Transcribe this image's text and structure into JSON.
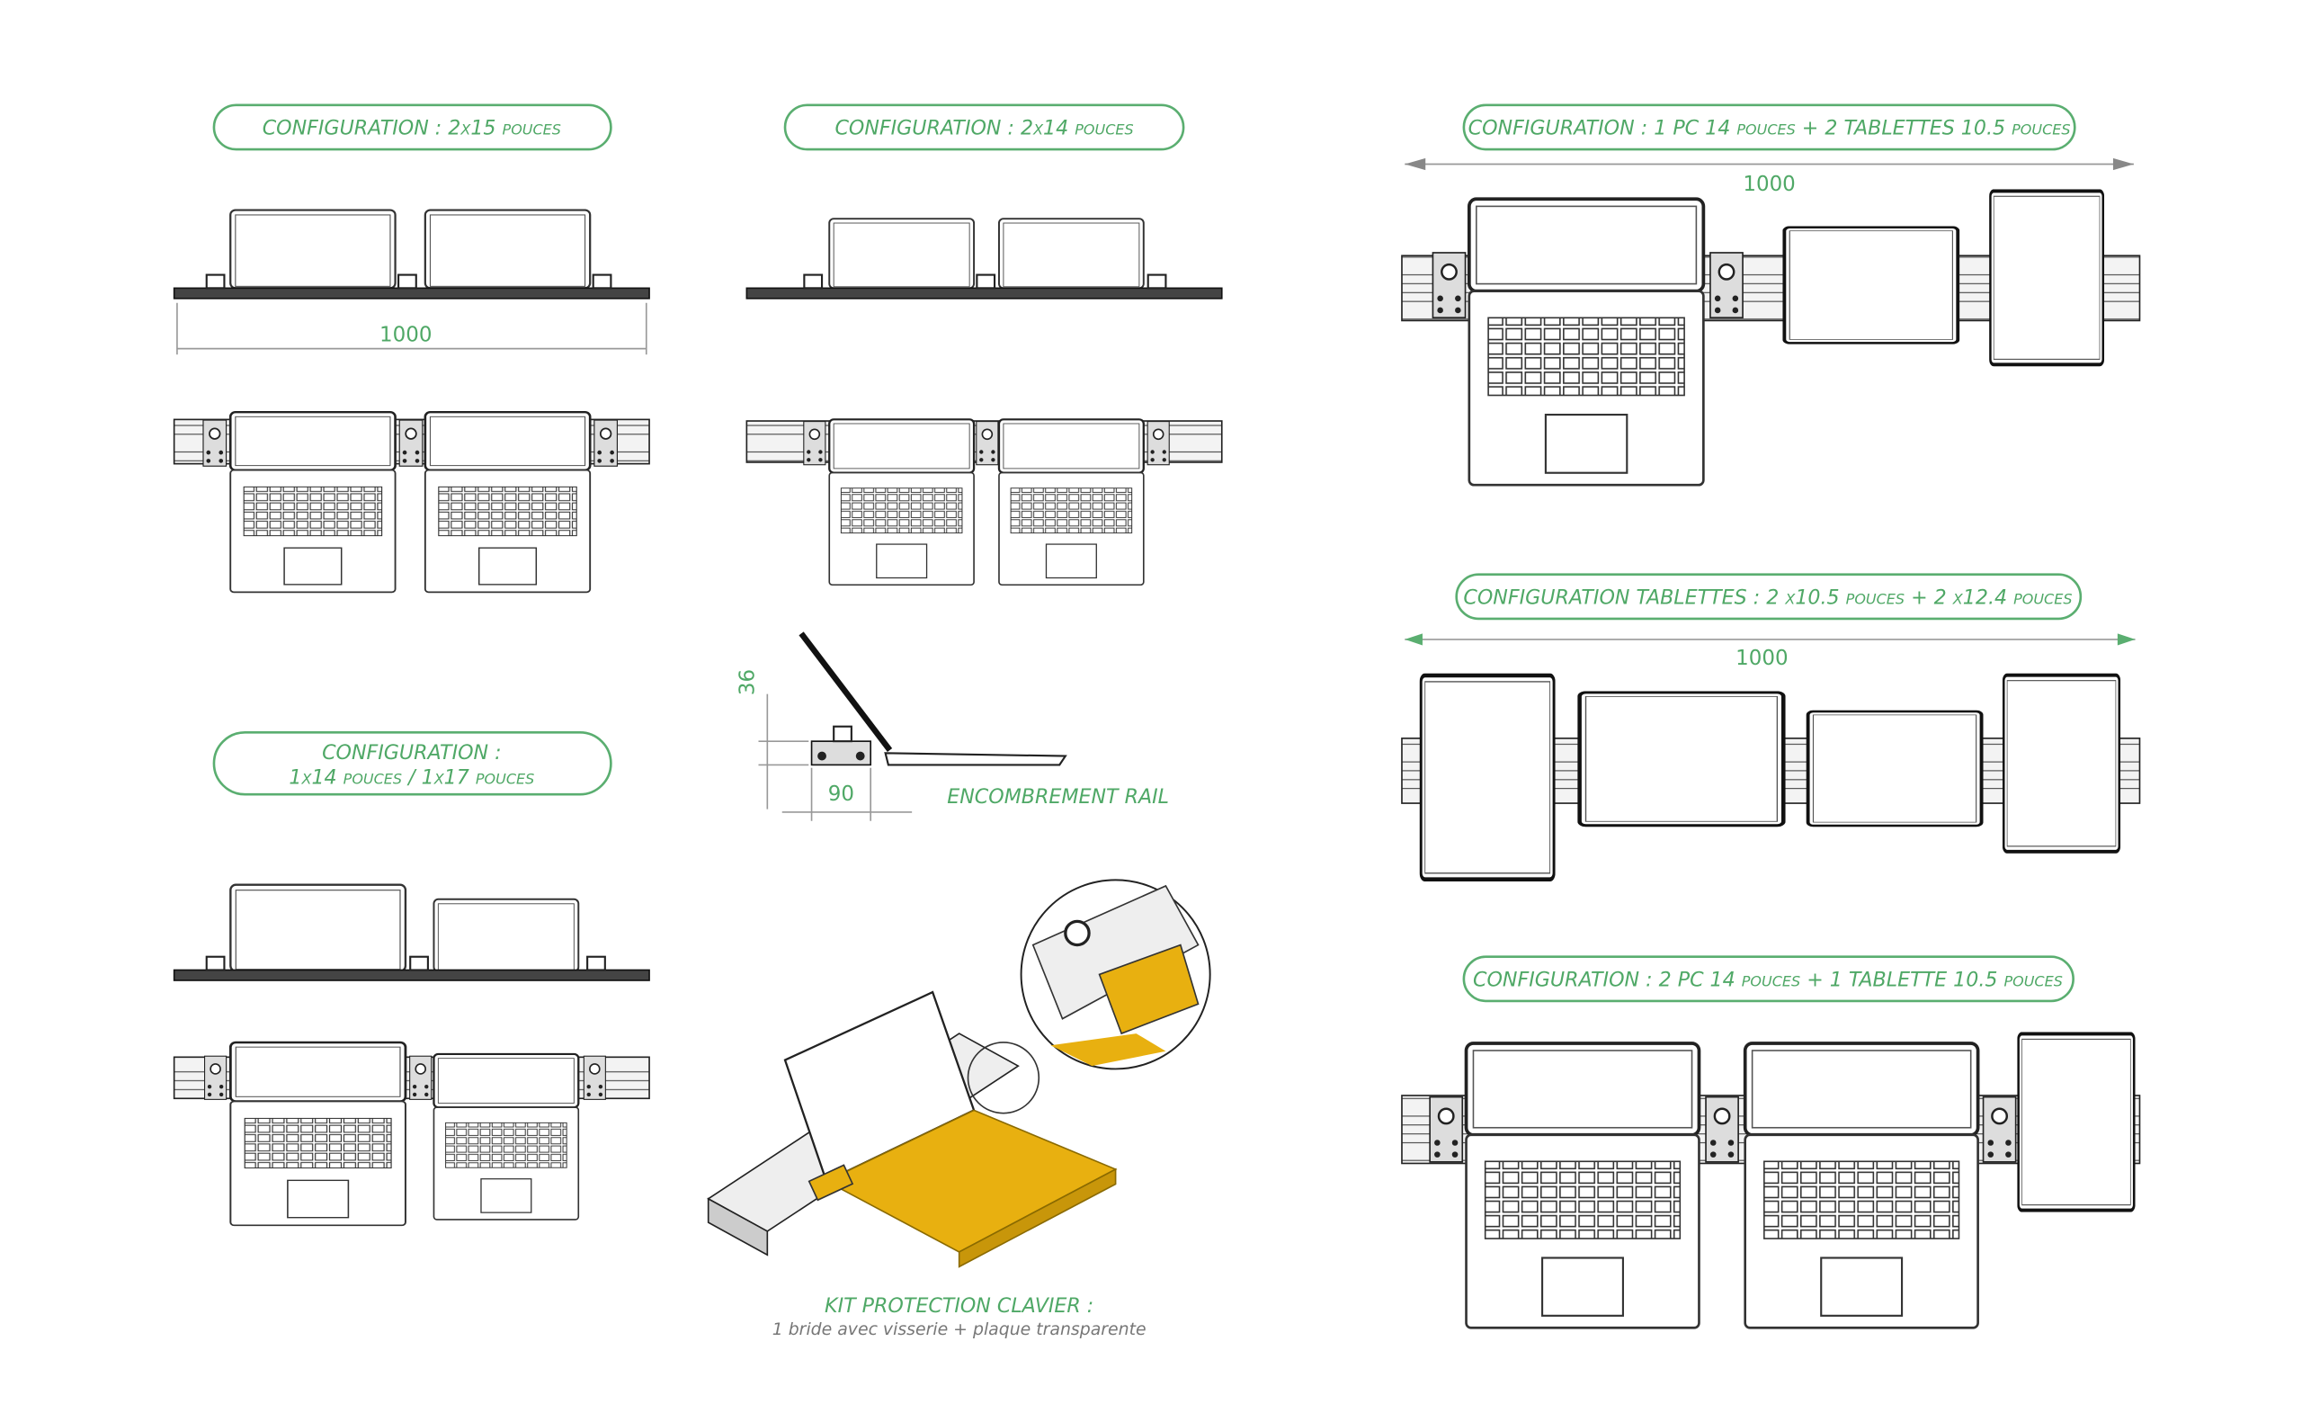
{
  "labels": {
    "config_2x15": "CONFIGURATION : 2x15 pouces",
    "config_2x14": "CONFIGURATION : 2x14 pouces",
    "config_pc_tablets": "CONFIGURATION : 1 PC 14 pouces + 2 TABLETTES 10.5 pouces",
    "config_mixed_line1": "CONFIGURATION :",
    "config_mixed_line2": "1x14 pouces / 1x17 pouces",
    "config_tablets": "CONFIGURATION TABLETTES : 2 x10.5 pouces + 2 x12.4 pouces",
    "config_2pc_tablet": "CONFIGURATION : 2 PC 14 pouces + 1 TABLETTE 10.5 pouces"
  },
  "dimensions": {
    "width_config_2x15": "1000",
    "width_config_pc_tablets": "1000",
    "width_config_tablets": "1000",
    "rail_height": "36",
    "rail_depth": "90"
  },
  "rail_footprint": {
    "title": "ENCOMBREMENT RAIL"
  },
  "keyboard_kit": {
    "title": "KIT PROTECTION CLAVIER :",
    "description": "1 bride avec visserie + plaque transparente"
  },
  "colors": {
    "accent": "#4fa866",
    "highlight": "#e8b010"
  }
}
